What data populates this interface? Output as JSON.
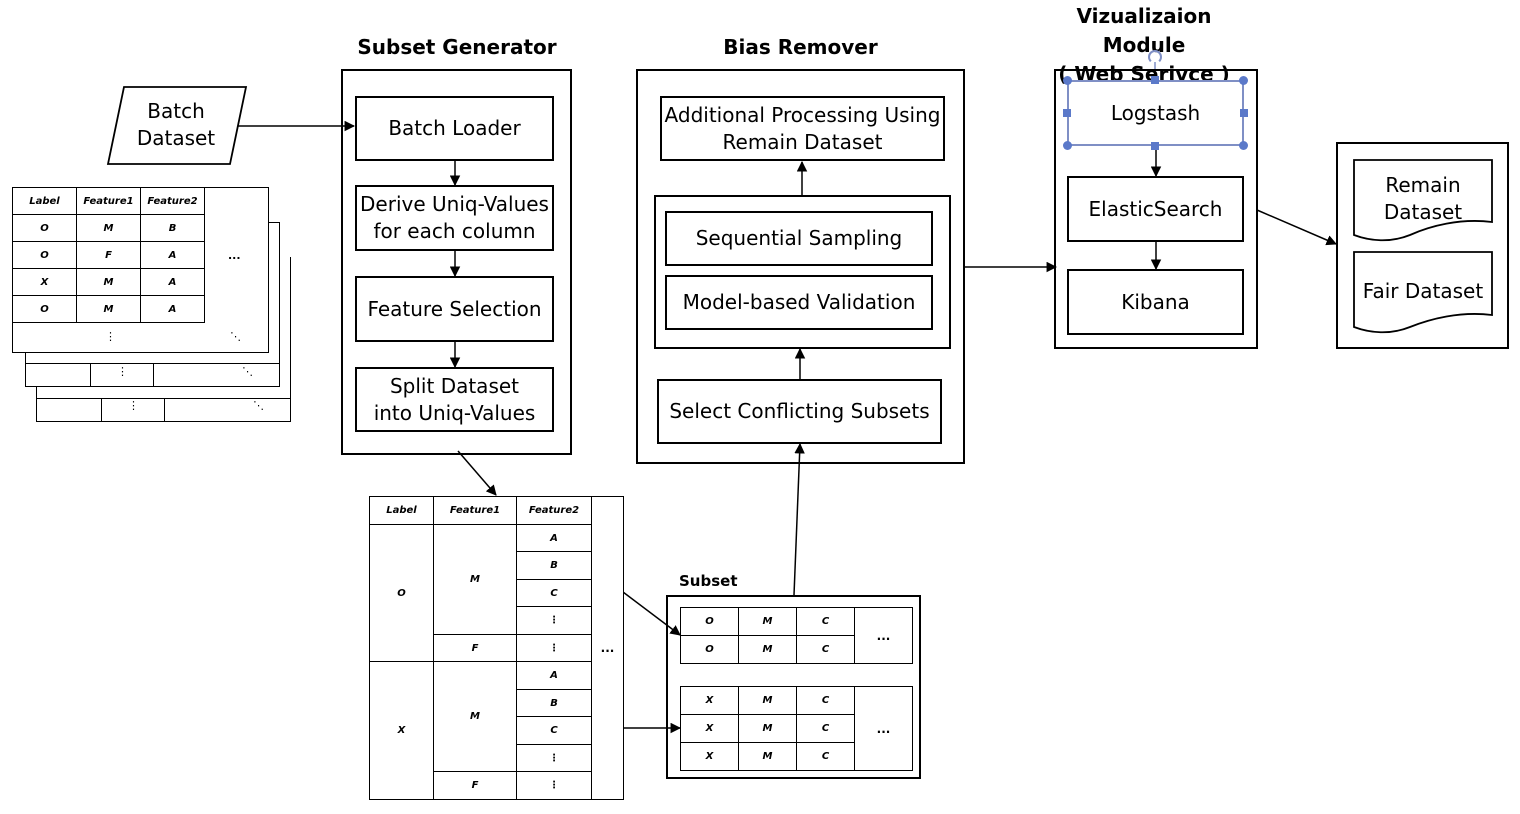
{
  "titles": {
    "subset_generator": "Subset Generator",
    "bias_remover": "Bias Remover",
    "visualization": "Vizualizaion Module\n( Web Serivce )",
    "subset": "Subset"
  },
  "input": {
    "batch_dataset": "Batch\nDataset"
  },
  "subset_generator": {
    "batch_loader": "Batch Loader",
    "derive": "Derive Uniq-Values\nfor each column",
    "feature_selection": "Feature Selection",
    "split": "Split Dataset\ninto Uniq-Values"
  },
  "bias_remover": {
    "additional": "Additional Processing Using\nRemain Dataset",
    "sequential": "Sequential Sampling",
    "model_validation": "Model-based Validation",
    "select_conflicting": "Select Conflicting Subsets"
  },
  "visualization": {
    "logstash": "Logstash",
    "elasticsearch": "ElasticSearch",
    "kibana": "Kibana"
  },
  "outputs": {
    "remain": "Remain\nDataset",
    "fair": "Fair Dataset"
  },
  "dataset_table": {
    "headers": [
      "Label",
      "Feature1",
      "Feature2"
    ],
    "rows": [
      [
        "O",
        "M",
        "B"
      ],
      [
        "O",
        "F",
        "A"
      ],
      [
        "X",
        "M",
        "A"
      ],
      [
        "O",
        "M",
        "A"
      ]
    ],
    "ellipsis": "...",
    "vdots": "⋮",
    "ddots": "⋱"
  },
  "split_table": {
    "headers": [
      "Label",
      "Feature1",
      "Feature2"
    ],
    "groups": [
      {
        "label": "O",
        "sub": [
          {
            "f1": "M",
            "f2": [
              "A",
              "B",
              "C",
              "⋮"
            ]
          },
          {
            "f1": "F",
            "f2": [
              "⋮"
            ]
          }
        ]
      },
      {
        "label": "X",
        "sub": [
          {
            "f1": "M",
            "f2": [
              "A",
              "B",
              "C",
              "⋮"
            ]
          },
          {
            "f1": "F",
            "f2": [
              "⋮"
            ]
          }
        ]
      }
    ],
    "ellipsis": "..."
  },
  "subset_tables": [
    {
      "rows": [
        [
          "O",
          "M",
          "C"
        ],
        [
          "O",
          "M",
          "C"
        ]
      ],
      "ellipsis": "..."
    },
    {
      "rows": [
        [
          "X",
          "M",
          "C"
        ],
        [
          "X",
          "M",
          "C"
        ],
        [
          "X",
          "M",
          "C"
        ]
      ],
      "ellipsis": "..."
    }
  ]
}
